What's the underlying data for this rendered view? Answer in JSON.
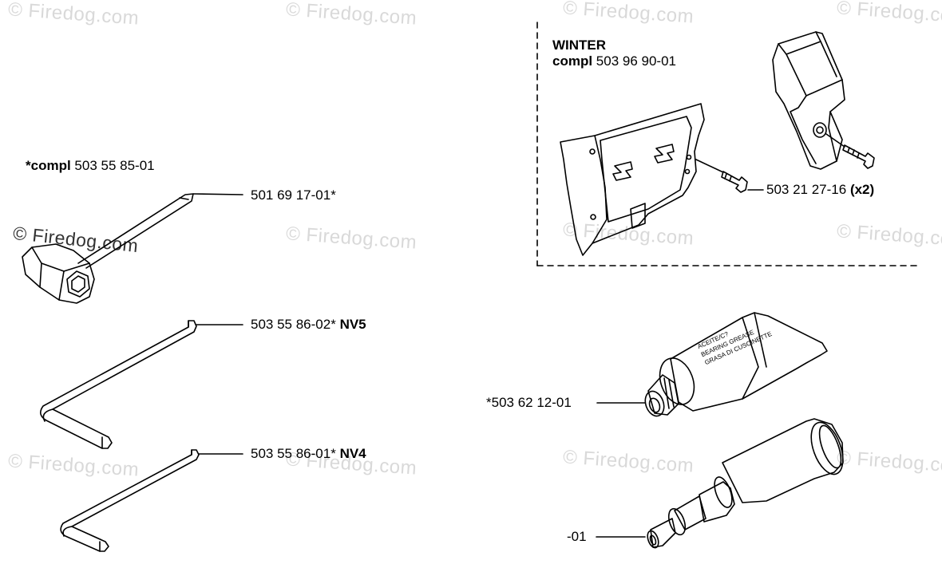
{
  "watermark": "© Firedog.com",
  "winter_kit": {
    "title": "WINTER",
    "compl_bold": "compl",
    "compl_number": "503 96 90-01"
  },
  "compl_kit": {
    "prefix": "*",
    "compl_bold": "compl",
    "number": "503 55 85-01"
  },
  "parts": {
    "screwdriver": "501 69 17-01*",
    "hex_key_nv5_number": "503 55 86-02*",
    "hex_key_nv5_size": "NV5",
    "hex_key_nv4_number": "503 55 86-01*",
    "hex_key_nv4_size": "NV4",
    "winter_screw_number": "503 21 27-16",
    "winter_screw_qty": "(x2)",
    "grease_tube": "*503 62 12-01",
    "tool_tip": "-01"
  },
  "grease_text": {
    "line1": "ACEITE/C?",
    "line2": "BEARING GREASE",
    "line3": "GRASA DI CUSCINETTE"
  }
}
